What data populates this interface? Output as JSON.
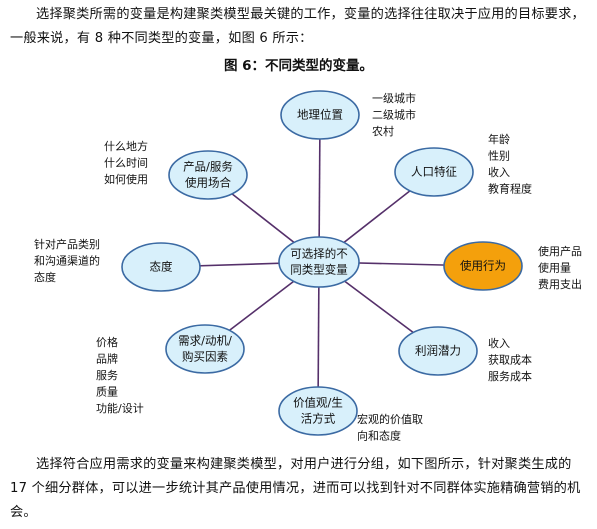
{
  "intro_paragraph": "选择聚类所需的变量是构建聚类模型最关键的工作，变量的选择往往取决于应用的目标要求，一般来说，有 8 种不同类型的变量，如图 6 所示：",
  "figure_caption": "图 6：不同类型的变量。",
  "diagram": {
    "center": {
      "label_lines": [
        "可选择的不",
        "同类型变量"
      ]
    },
    "nodes": [
      {
        "id": "geo",
        "label_lines": [
          "地理位置"
        ],
        "note_lines": [
          "一级城市",
          "二级城市",
          "农村"
        ],
        "highlight": false
      },
      {
        "id": "demo",
        "label_lines": [
          "人口特征"
        ],
        "note_lines": [
          "年龄",
          "性别",
          "收入",
          "教育程度"
        ],
        "highlight": false
      },
      {
        "id": "behavior",
        "label_lines": [
          "使用行为"
        ],
        "note_lines": [
          "使用产品",
          "使用量",
          "费用支出"
        ],
        "highlight": true
      },
      {
        "id": "profit",
        "label_lines": [
          "利润潜力"
        ],
        "note_lines": [
          "收入",
          "获取成本",
          "服务成本"
        ],
        "highlight": false
      },
      {
        "id": "values",
        "label_lines": [
          "价值观/生",
          "活方式"
        ],
        "note_lines": [
          "宏观的价值取",
          "向和态度"
        ],
        "highlight": false
      },
      {
        "id": "needs",
        "label_lines": [
          "需求/动机/",
          "购买因素"
        ],
        "note_lines": [
          "价格",
          "品牌",
          "服务",
          "质量",
          "功能/设计"
        ],
        "highlight": false
      },
      {
        "id": "attitude",
        "label_lines": [
          "态度"
        ],
        "note_lines": [
          "针对产品类别",
          "和沟通渠道的",
          "态度"
        ],
        "highlight": false
      },
      {
        "id": "usage",
        "label_lines": [
          "产品/服务",
          "使用场合"
        ],
        "note_lines": [
          "什么地方",
          "什么时间",
          "如何使用"
        ],
        "highlight": false
      }
    ],
    "colors": {
      "node_fill": "#d8f0fb",
      "node_stroke": "#3b6aa3",
      "highlight_fill": "#f4a00c",
      "connector": "#55306a"
    }
  },
  "closing_paragraph": "选择符合应用需求的变量来构建聚类模型，对用户进行分组，如下图所示，针对聚类生成的 17 个细分群体，可以进一步统计其产品使用情况，进而可以找到针对不同群体实施精确营销的机会。"
}
